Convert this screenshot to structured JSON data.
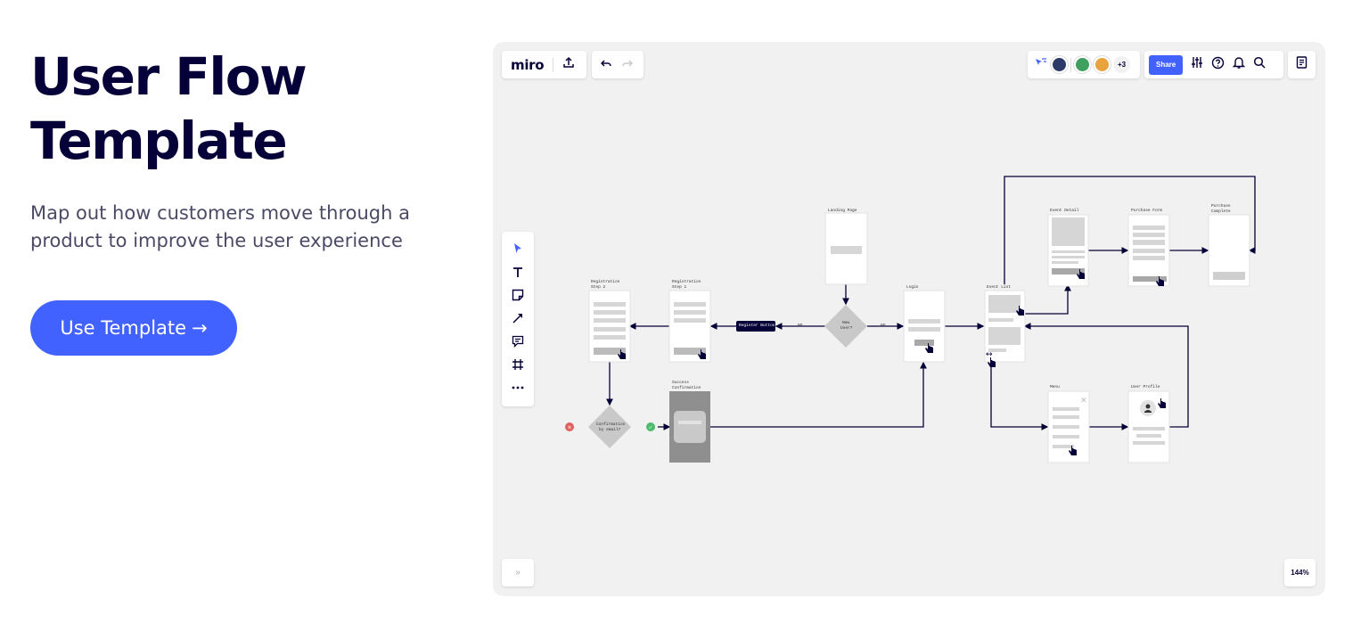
{
  "hero": {
    "title": "User Flow Template",
    "subtitle": "Map out how customers move through a product to improve the user experience",
    "cta_label": "Use Template",
    "cta_arrow": "→"
  },
  "board": {
    "logo": "miro",
    "share_label": "Share",
    "collaborators_extra": "+3",
    "zoom": "144%",
    "expand_glyph": "»",
    "accent_color": "#4262ff",
    "avatar_colors": [
      "#2b3a67",
      "#3fa060",
      "#e8a33c"
    ],
    "icons": [
      "upload-icon",
      "undo-icon",
      "redo-icon",
      "cursor-follow-icon",
      "settings-sliders-icon",
      "help-icon",
      "bell-icon",
      "search-icon",
      "notes-icon",
      "select-icon",
      "text-icon",
      "sticky-note-icon",
      "arrow-line-icon",
      "comment-icon",
      "frame-icon",
      "more-icon"
    ]
  },
  "flow": {
    "landing_page": "Landing Page",
    "new_user": [
      "New",
      "User?"
    ],
    "no_label": "NO",
    "register_button": "Register Button",
    "registration_step1": [
      "Registration",
      "Step 1"
    ],
    "registration_step2": [
      "Registration",
      "Step 2"
    ],
    "confirmation": [
      "Confirmation",
      "by email?"
    ],
    "success_confirmation": [
      "Success",
      "Confirmation"
    ],
    "login": "Login",
    "event_list": "Event List",
    "event_detail": "Event Detail",
    "purchase_form": "Purchase Form",
    "purchase_complete": [
      "Purchase",
      "Complete"
    ],
    "menu": "Menu",
    "user_profile": "User Profile"
  }
}
